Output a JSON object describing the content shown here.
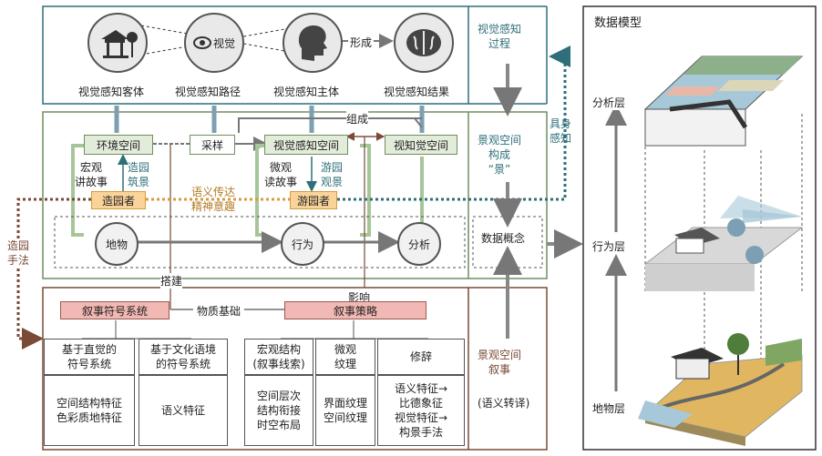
{
  "top": {
    "icons": [
      {
        "label": "视觉感知客体",
        "icon": "pavilion-tree-icon"
      },
      {
        "label": "视觉感知路径",
        "icon": "eye-icon",
        "inner": "视觉"
      },
      {
        "label": "视觉感知主体",
        "icon": "head-profile-icon"
      },
      {
        "label": "视觉感知结果",
        "icon": "brain-icon"
      }
    ],
    "form_label": "形成"
  },
  "middle": {
    "zucheng": "组成",
    "env_space": "环境空间",
    "caiyang": "采样",
    "visual_space": "视觉感知空间",
    "perceived_space": "视知觉空间",
    "macro": [
      "宏观",
      "讲故事"
    ],
    "zaoyuan_zhujing": [
      "造园",
      "筑景"
    ],
    "micro": [
      "微观",
      "读故事"
    ],
    "youyuan_guanjing": [
      "游园",
      "观景"
    ],
    "creator": "造园者",
    "visitor": "游园者",
    "semantic": [
      "语义传达",
      "精神意趣"
    ],
    "diwu": "地物",
    "xingwei": "行为",
    "fenxi": "分析"
  },
  "side_labels": {
    "juzhi": [
      "具身",
      "感知"
    ],
    "zaoyuan_shoufa": [
      "造园",
      "手法"
    ],
    "dajian": "搭建",
    "yingxiang": "影响"
  },
  "right_col": {
    "process": [
      "视觉感知",
      "过程"
    ],
    "composed": [
      "景观空间",
      "构成",
      "“景”"
    ],
    "data_concept": "数据概念",
    "narrative": [
      "景观空间",
      "叙事"
    ],
    "translation": "(语义转译)"
  },
  "bottom": {
    "symbol_system": "叙事符号系统",
    "material": "物质基础",
    "strategy": "叙事策略",
    "col1_head": [
      "基于直觉的",
      "符号系统"
    ],
    "col1_body": [
      "空间结构特征",
      "色彩质地特征"
    ],
    "col2_head": [
      "基于文化语境",
      "的符号系统"
    ],
    "col2_body": [
      "语义特征"
    ],
    "col3_head": [
      "宏观结构",
      "(叙事线索)"
    ],
    "col3_body": [
      "空间层次",
      "结构衔接",
      "时空布局"
    ],
    "col4_head": [
      "微观",
      "纹理"
    ],
    "col4_body": [
      "界面纹理",
      "空间纹理"
    ],
    "col5_head": [
      "修辞"
    ],
    "col5_body": [
      "语义特征→",
      "比德象征",
      "视觉特征→",
      "构景手法"
    ]
  },
  "model": {
    "title": "数据模型",
    "layers": [
      "分析层",
      "行为层",
      "地物层"
    ]
  },
  "colors": {
    "teal": "#2e6f7a",
    "green": "#6f8f5e",
    "brown": "#7a4a36",
    "orange": "#d79b3f"
  }
}
